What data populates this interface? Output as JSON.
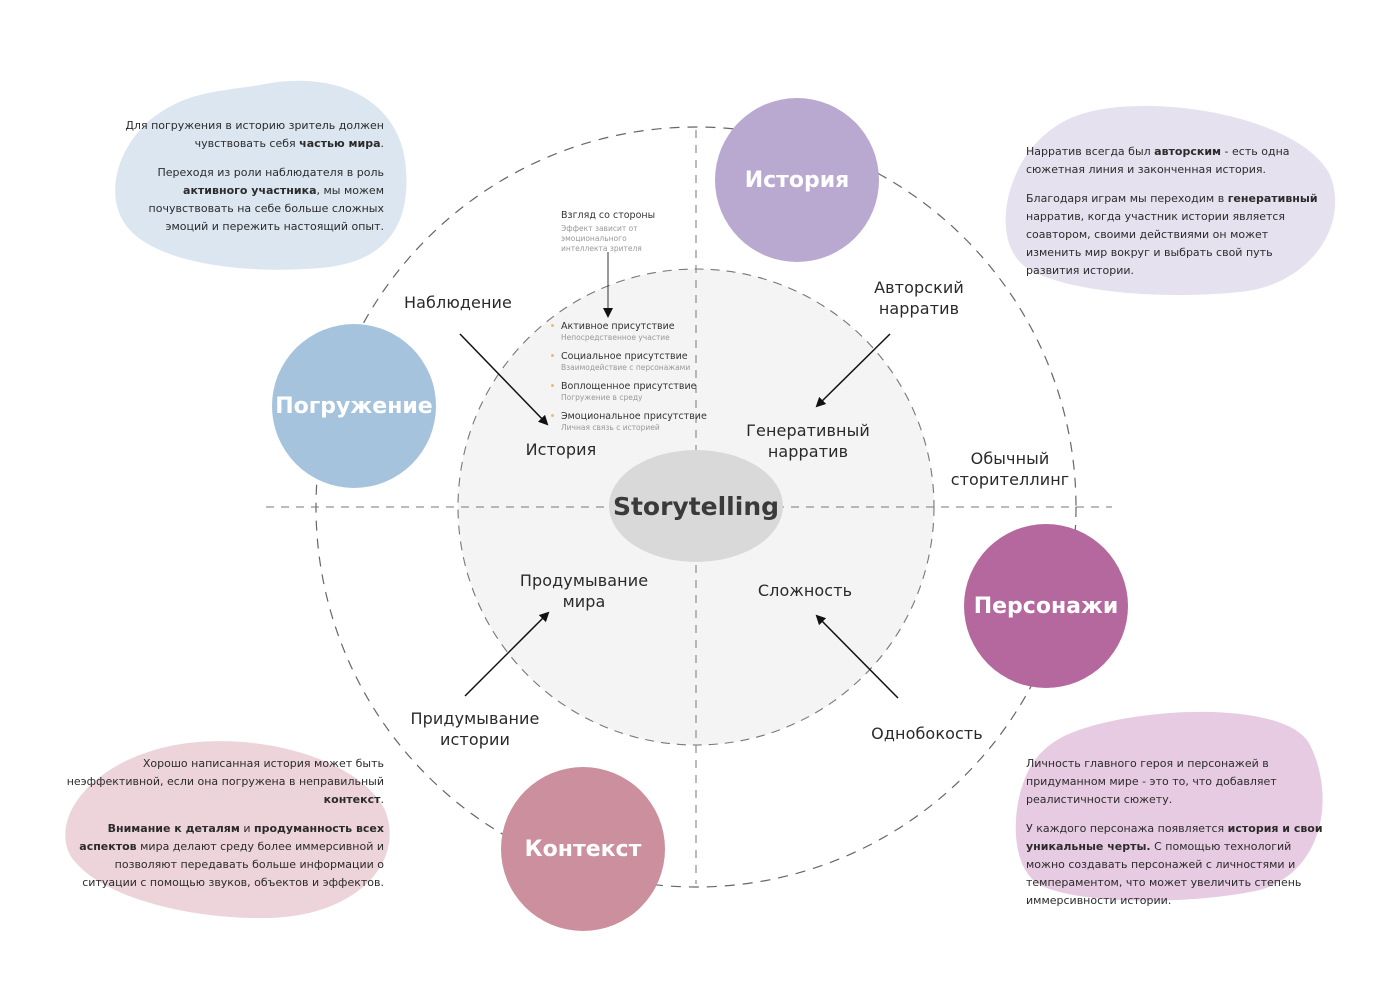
{
  "center": {
    "label": "Storytelling"
  },
  "nodes": {
    "immersion": {
      "label": "Погружение",
      "color": "#a6c3de"
    },
    "story": {
      "label": "История",
      "color": "#b9a9d1"
    },
    "characters": {
      "label": "Персонажи",
      "color": "#b5689e"
    },
    "context": {
      "label": "Контекст",
      "color": "#cb8f9e"
    }
  },
  "colors": {
    "inner_fill": "#f4f4f4",
    "center_fill": "#d9d9d9",
    "blob_blue": "#dbe6f1",
    "blob_lilac": "#e6e1ef",
    "blob_pink": "#ecd4da",
    "blob_purple": "#e6cbe2",
    "dash": "#666666"
  },
  "labels": {
    "observation": "Наблюдение",
    "story_inner": "История",
    "authorial_narrative": "Авторский нарратив",
    "generative_narrative": "Генеративный нарратив",
    "ordinary_storytelling": "Обычный сторителлинг",
    "world_thinking": "Продумывание мира",
    "world_inventing": "Придумывание истории",
    "complexity": "Сложность",
    "one_sidedness": "Однобокость"
  },
  "note": {
    "title": "Взгляд со стороны",
    "subtitle": "Эффект зависит от эмоционального интеллекта зрителя"
  },
  "presence": [
    {
      "title": "Активное присутствие",
      "subtitle": "Непосредственное участие"
    },
    {
      "title": "Социальное присутствие",
      "subtitle": "Взаимодействие с персонажами"
    },
    {
      "title": "Воплощенное присутствие",
      "subtitle": "Погружение в среду"
    },
    {
      "title": "Эмоциональное присутствие",
      "subtitle": "Личная связь с историей"
    }
  ],
  "texts": {
    "immersion": {
      "p1_a": "Для погружения в историю зритель должен чувствовать себя ",
      "p1_b": "частью мира",
      "p1_c": ".",
      "p2_a": "Переходя из роли наблюдателя в роль ",
      "p2_b": "активного участника",
      "p2_c": ", мы можем почувствовать на себе больше сложных эмоций и пережить настоящий опыт."
    },
    "story": {
      "p1_a": "Нарратив всегда был ",
      "p1_b": "авторским",
      "p1_c": " - есть одна сюжетная линия и законченная история.",
      "p2_a": "Благодаря играм мы переходим в ",
      "p2_b": "генеративный",
      "p2_c": " нарратив, когда участник истории является соавтором, своими действиями он может изменить мир вокруг и выбрать свой путь развития истории."
    },
    "context": {
      "p1_a": "Хорошо написанная история может быть неэффективной, если она погружена в неправильный ",
      "p1_b": "контекст",
      "p1_c": ".",
      "p2_a": "Внимание к деталям",
      "p2_b": " и ",
      "p2_c": "продуманность всех аспектов",
      "p2_d": " мира делают среду более иммерсивной и позволяют передавать больше информации о ситуации с помощью звуков, объектов и эффектов."
    },
    "characters": {
      "p1": "Личность главного героя и персонажей в придуманном мире - это то, что добавляет реалистичности сюжету.",
      "p2_a": "У каждого персонажа появляется ",
      "p2_b": "история и свои уникальные черты.",
      "p2_c": " С помощью технологий можно создавать персонажей с личностями и темпераментом, что может увеличить степень иммерсивности истории."
    }
  }
}
